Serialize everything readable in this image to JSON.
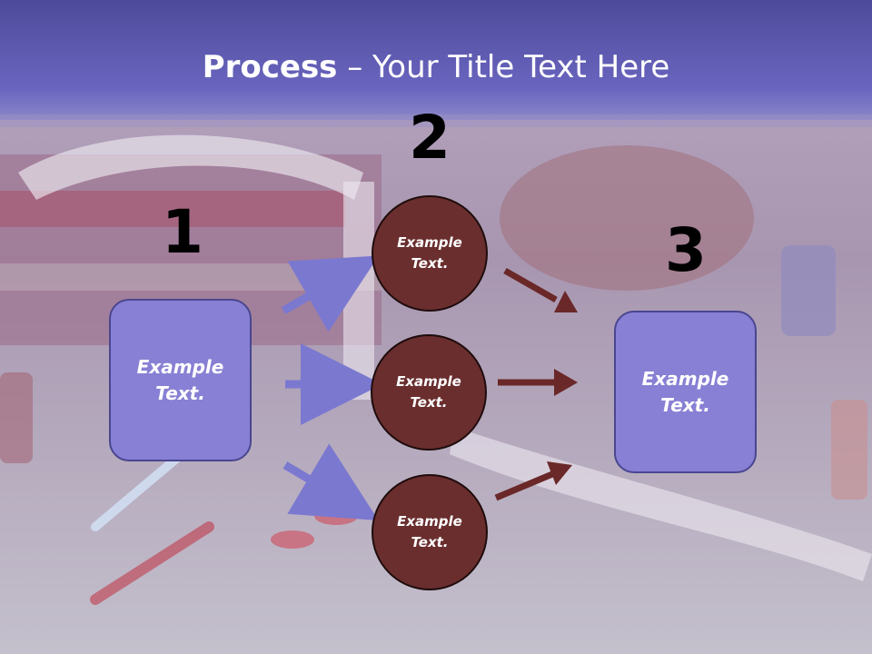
{
  "title": {
    "bold": "Process",
    "rest": " – Your Title Text Here"
  },
  "steps": [
    {
      "number": "1",
      "text": "Example\nText."
    },
    {
      "number": "2",
      "text": ""
    },
    {
      "number": "3",
      "text": "Example\nText."
    }
  ],
  "circles": [
    {
      "text": "Example\nText."
    },
    {
      "text": "Example\nText."
    },
    {
      "text": "Example\nText."
    }
  ],
  "colors": {
    "header": "#6a66c0",
    "box_fill": "#8880d4",
    "circle_fill": "#6a2e2e",
    "arrow_blue": "#7b78d0",
    "arrow_red": "#6a2828"
  }
}
